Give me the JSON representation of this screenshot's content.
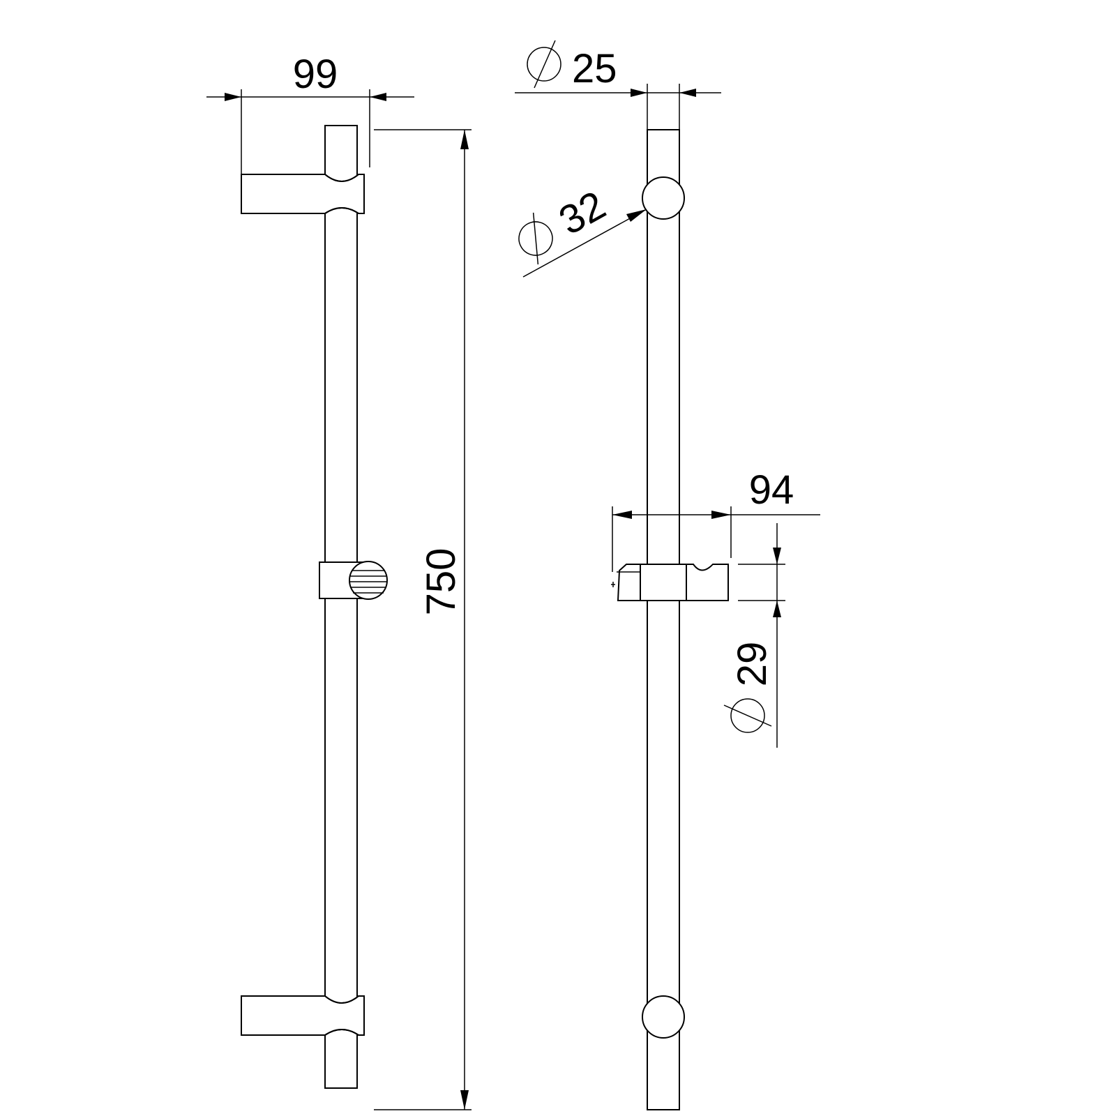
{
  "dimensions": {
    "bracket_projection": "99",
    "rail_length": "750",
    "rail_diameter": "25",
    "bracket_diameter": "32",
    "holder_depth": "94",
    "holder_diameter": "29"
  }
}
